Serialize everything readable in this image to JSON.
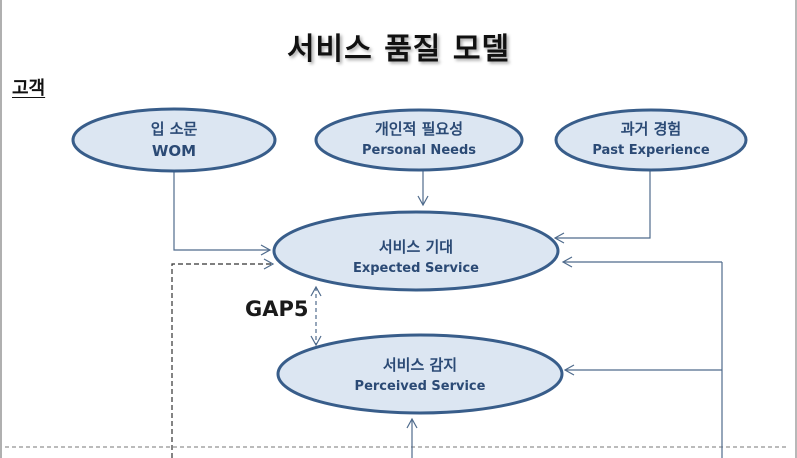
{
  "title": "서비스 품질 모델",
  "section_label": "고객",
  "colors": {
    "ellipse_fill": "#dce6f2",
    "ellipse_stroke": "#385d8a",
    "connector": "#4f6b8c",
    "text": "#2b4a75"
  },
  "nodes": {
    "wom": {
      "ko": "입 소문",
      "en": "WOM"
    },
    "personal_needs": {
      "ko": "개인적 필요성",
      "en": "Personal Needs"
    },
    "past_experience": {
      "ko": "과거 경험",
      "en": "Past Experience"
    },
    "expected_service": {
      "ko": "서비스 기대",
      "en": "Expected Service"
    },
    "perceived_service": {
      "ko": "서비스 감지",
      "en": "Perceived Service"
    }
  },
  "gap_label": "GAP5"
}
